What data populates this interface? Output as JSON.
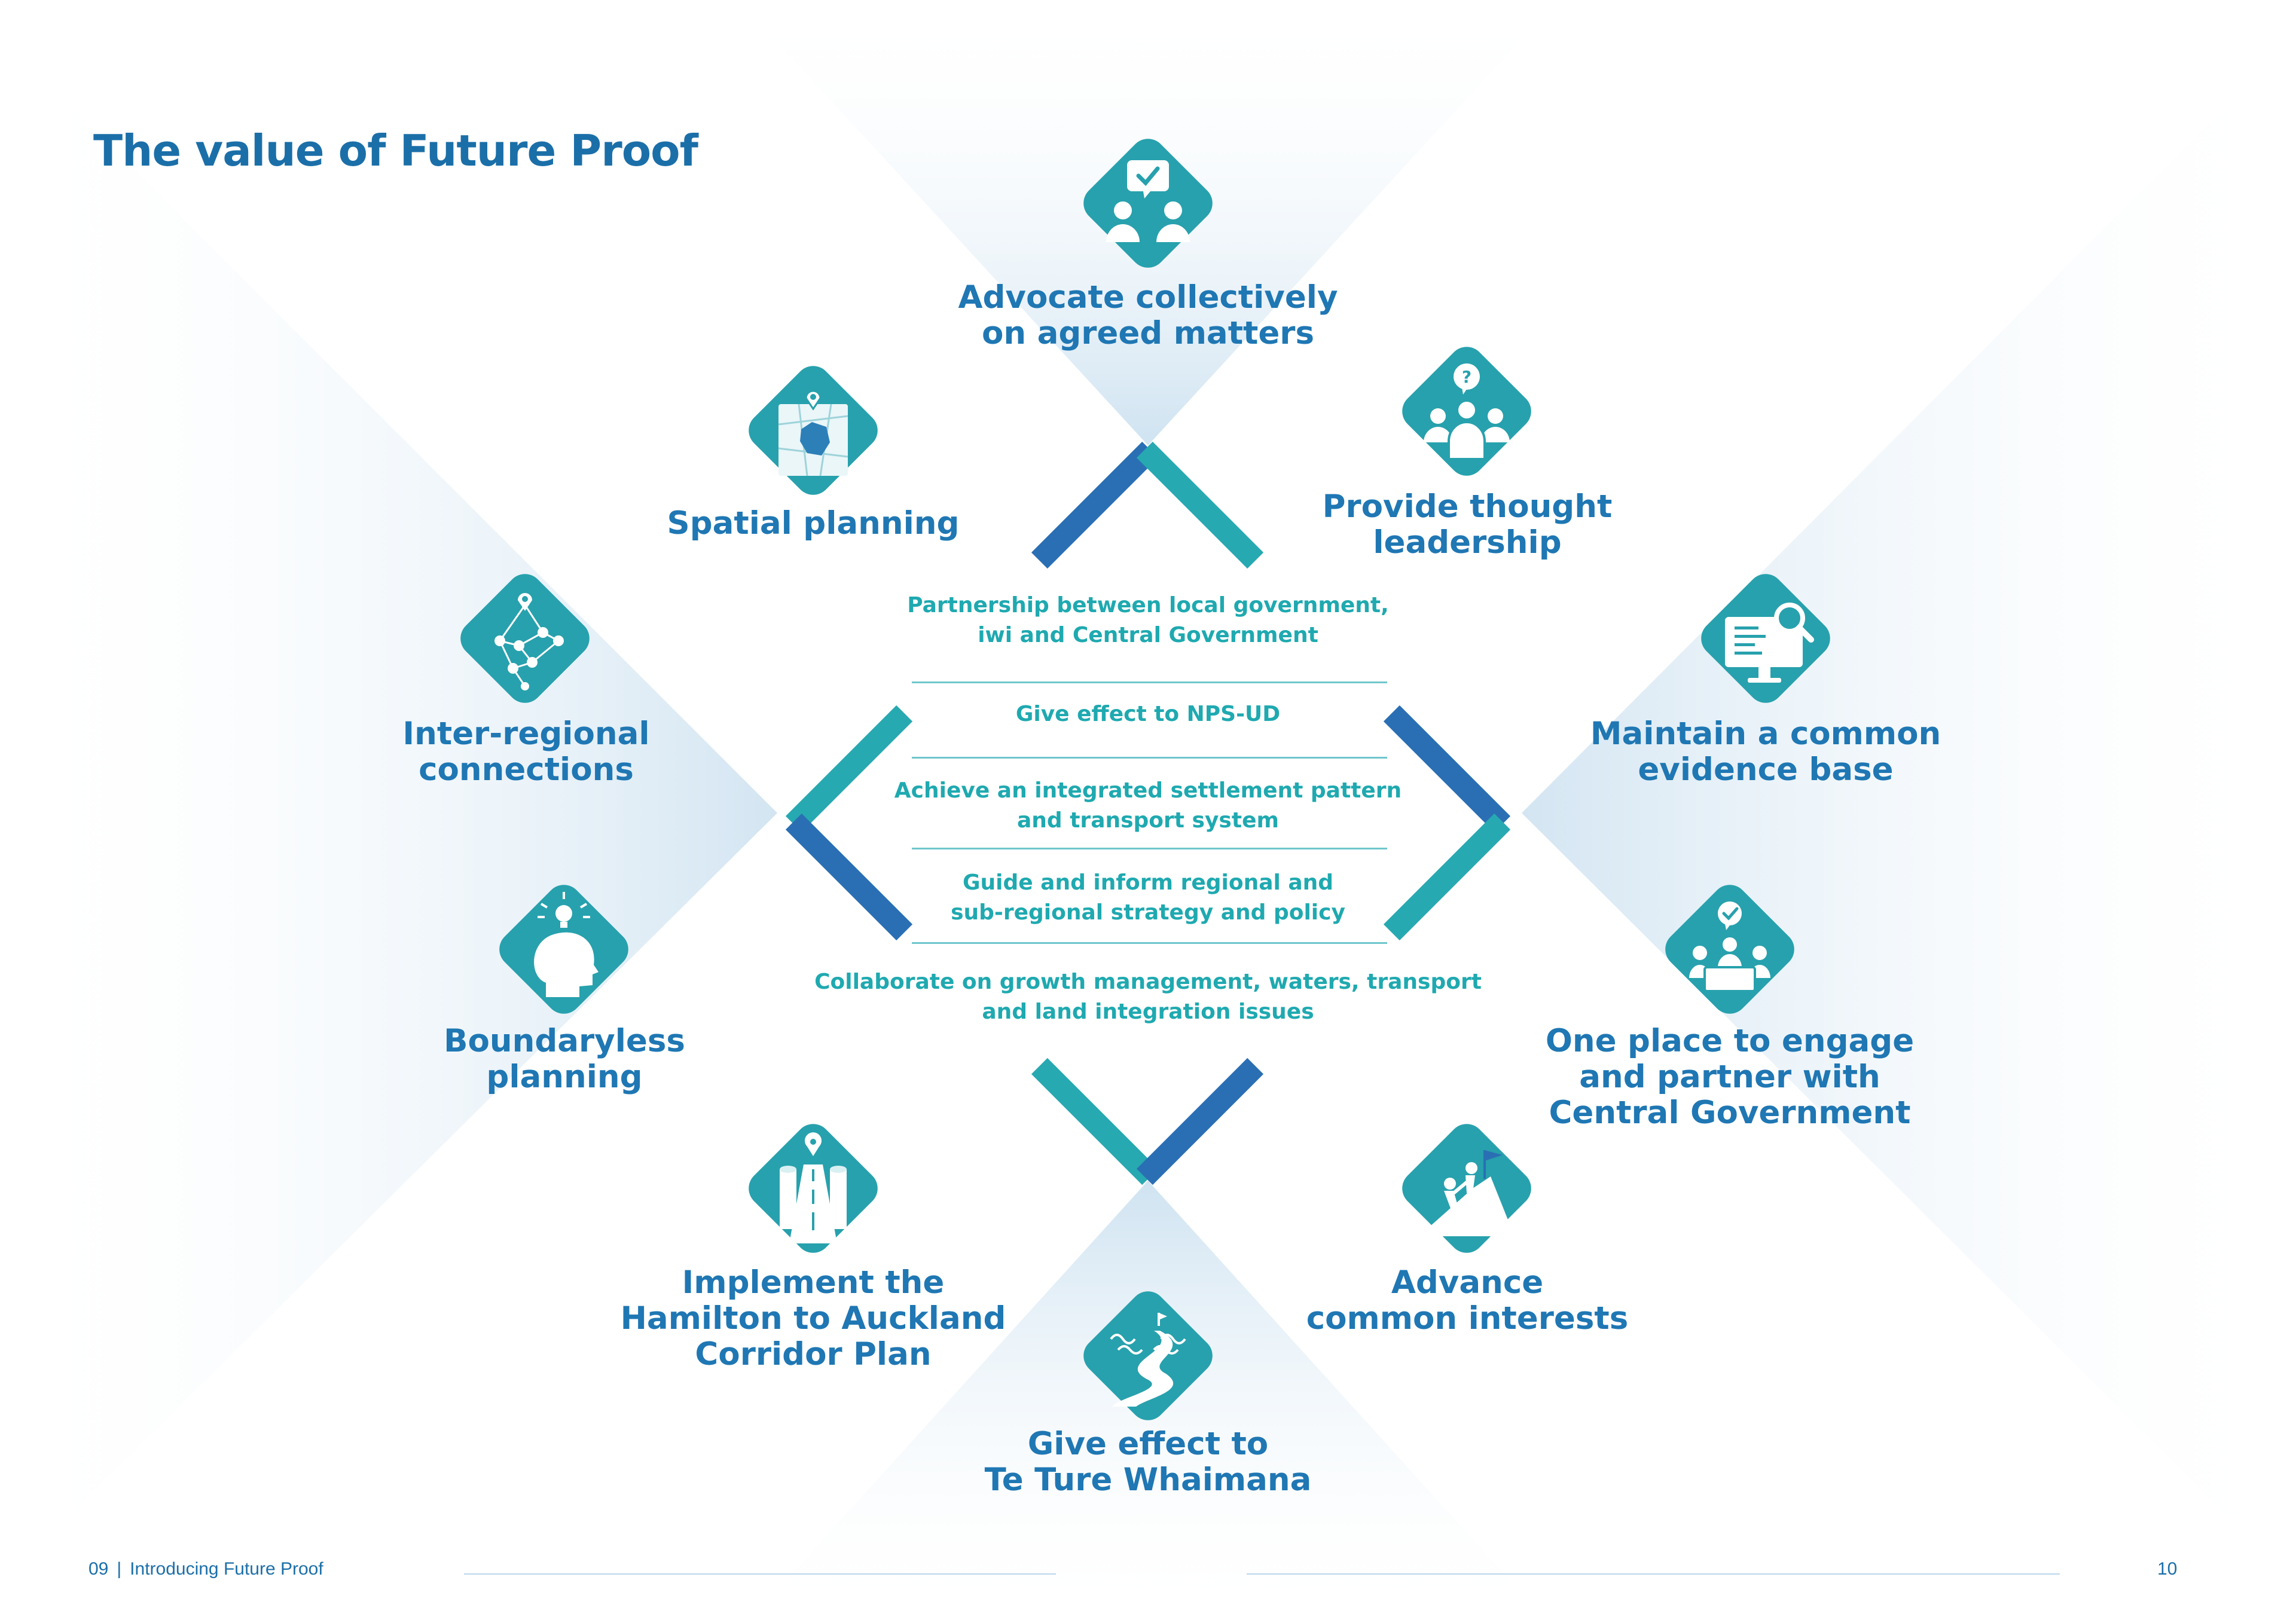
{
  "page": {
    "title": "The value of Future Proof",
    "footer": {
      "page_left": "09",
      "separator": "|",
      "section": "Introducing Future Proof",
      "page_right": "10"
    }
  },
  "colors": {
    "primary": "#1f77b3",
    "teal": "#27a9b1",
    "icon_bg": "#27a1ad",
    "dark_blue": "#2a6fb4"
  },
  "values": [
    {
      "id": "advocate",
      "icon": "people-checkmark-icon",
      "lines": [
        "Advocate collectively",
        "on agreed matters"
      ]
    },
    {
      "id": "thought",
      "icon": "people-question-icon",
      "lines": [
        "Provide thought",
        "leadership"
      ]
    },
    {
      "id": "evidence",
      "icon": "monitor-magnifier-icon",
      "lines": [
        "Maintain a common",
        "evidence base"
      ]
    },
    {
      "id": "engage",
      "icon": "meeting-table-icon",
      "lines": [
        "One place to engage",
        "and partner with",
        "Central Government"
      ]
    },
    {
      "id": "interests",
      "icon": "climbers-flag-icon",
      "lines": [
        "Advance",
        "common interests"
      ]
    },
    {
      "id": "whaimana",
      "icon": "river-path-icon",
      "lines": [
        "Give effect to",
        "Te Ture Whaimana"
      ]
    },
    {
      "id": "corridor",
      "icon": "road-map-pin-icon",
      "lines": [
        "Implement the",
        "Hamilton to Auckland",
        "Corridor Plan"
      ]
    },
    {
      "id": "boundaryless",
      "icon": "head-lightbulb-icon",
      "lines": [
        "Boundaryless",
        "planning"
      ]
    },
    {
      "id": "interregional",
      "icon": "network-nodes-icon",
      "lines": [
        "Inter-regional",
        "connections"
      ]
    },
    {
      "id": "spatial",
      "icon": "map-location-icon",
      "lines": [
        "Spatial planning"
      ]
    }
  ],
  "center_items": [
    {
      "lines": [
        "Partnership between local government,",
        "iwi and Central Government"
      ]
    },
    {
      "lines": [
        "Give effect to NPS-UD"
      ]
    },
    {
      "lines": [
        "Achieve an integrated settlement pattern",
        "and transport system"
      ]
    },
    {
      "lines": [
        "Guide and inform regional and",
        "sub-regional strategy and policy"
      ]
    },
    {
      "lines": [
        "Collaborate on growth management, waters, transport",
        "and land integration issues"
      ]
    }
  ],
  "icon_symbols": {
    "question_mark": "?"
  }
}
